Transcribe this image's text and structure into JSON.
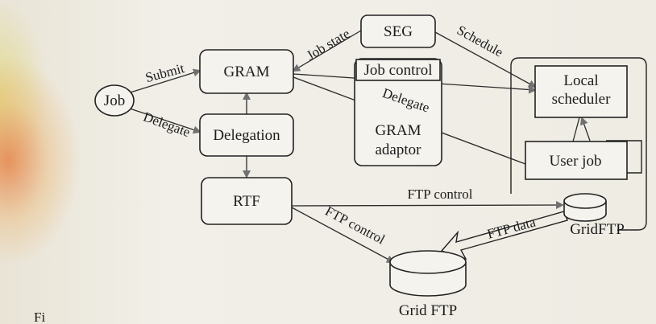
{
  "diagram": {
    "nodes": {
      "job": "Job",
      "gram": "GRAM",
      "delegation": "Delegation",
      "rtf": "RTF",
      "seg": "SEG",
      "gram_adaptor": {
        "line1": "GRAM",
        "line2": "adaptor"
      },
      "job_control_box": "Job control",
      "local_scheduler": {
        "line1": "Local",
        "line2": "scheduler"
      },
      "user_job": "User job",
      "gridftp_remote": "GridFTP",
      "grid_ftp": "Grid FTP"
    },
    "edge_labels": {
      "submit": "Submit",
      "delegate_job": "Delegate",
      "job_state": "Job state",
      "schedule": "Schedule",
      "delegate_gram": "Delegate",
      "ftp_control_top": "FTP control",
      "ftp_control_diag": "FTP control",
      "ftp_data": "FTP data"
    },
    "caption": "Fi"
  },
  "colors": {
    "line": "#2c2c2c",
    "arrowhead": "#707070",
    "paper": "#efece3"
  }
}
